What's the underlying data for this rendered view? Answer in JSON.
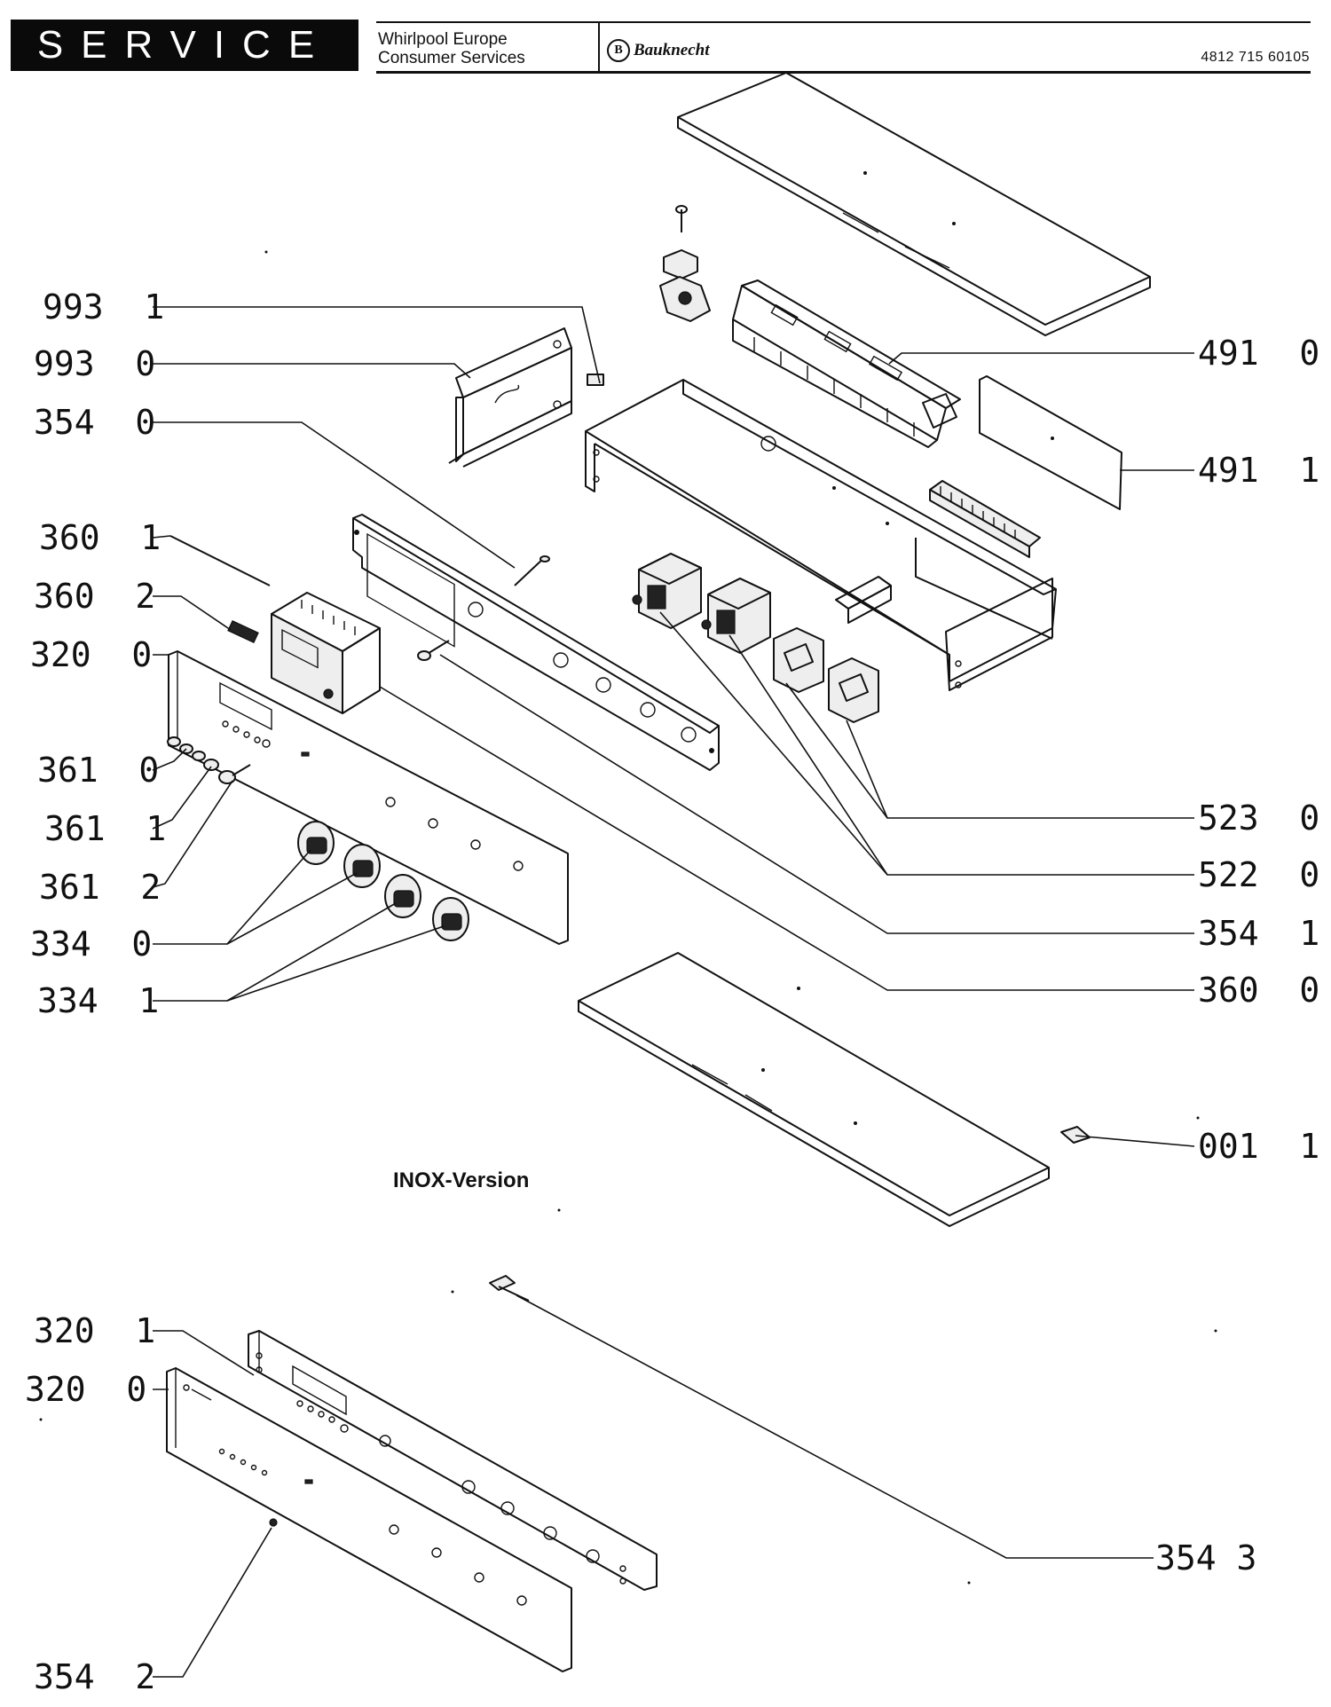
{
  "header": {
    "service_label": "SERVICE",
    "company_line1": "Whirlpool Europe",
    "company_line2": "Consumer Services",
    "brand": "Bauknecht",
    "document_number": "4812 715 60105"
  },
  "callouts_left": [
    {
      "id": "993-1",
      "text": "993  1"
    },
    {
      "id": "993-0",
      "text": "993  0"
    },
    {
      "id": "354-0",
      "text": "354  0"
    },
    {
      "id": "360-1",
      "text": "360  1"
    },
    {
      "id": "360-2",
      "text": "360  2"
    },
    {
      "id": "320-0",
      "text": "320  0"
    },
    {
      "id": "361-0",
      "text": "361  0"
    },
    {
      "id": "361-1",
      "text": "361  1"
    },
    {
      "id": "361-2",
      "text": "361  2"
    },
    {
      "id": "334-0",
      "text": "334  0"
    },
    {
      "id": "334-1",
      "text": "334  1"
    }
  ],
  "callouts_right": [
    {
      "id": "491-0",
      "text": "491  0"
    },
    {
      "id": "491-1",
      "text": "491  1"
    },
    {
      "id": "523-0",
      "text": "523  0"
    },
    {
      "id": "522-0",
      "text": "522  0"
    },
    {
      "id": "354-1",
      "text": "354  1"
    },
    {
      "id": "360-0",
      "text": "360  0"
    },
    {
      "id": "001-1",
      "text": "001  1"
    }
  ],
  "inox_caption": "INOX-Version",
  "callouts_inox": [
    {
      "id": "320-1",
      "text": "320  1"
    },
    {
      "id": "320-0b",
      "text": "320  0"
    },
    {
      "id": "354-3",
      "text": "354 3"
    },
    {
      "id": "354-2",
      "text": "354  2"
    }
  ]
}
